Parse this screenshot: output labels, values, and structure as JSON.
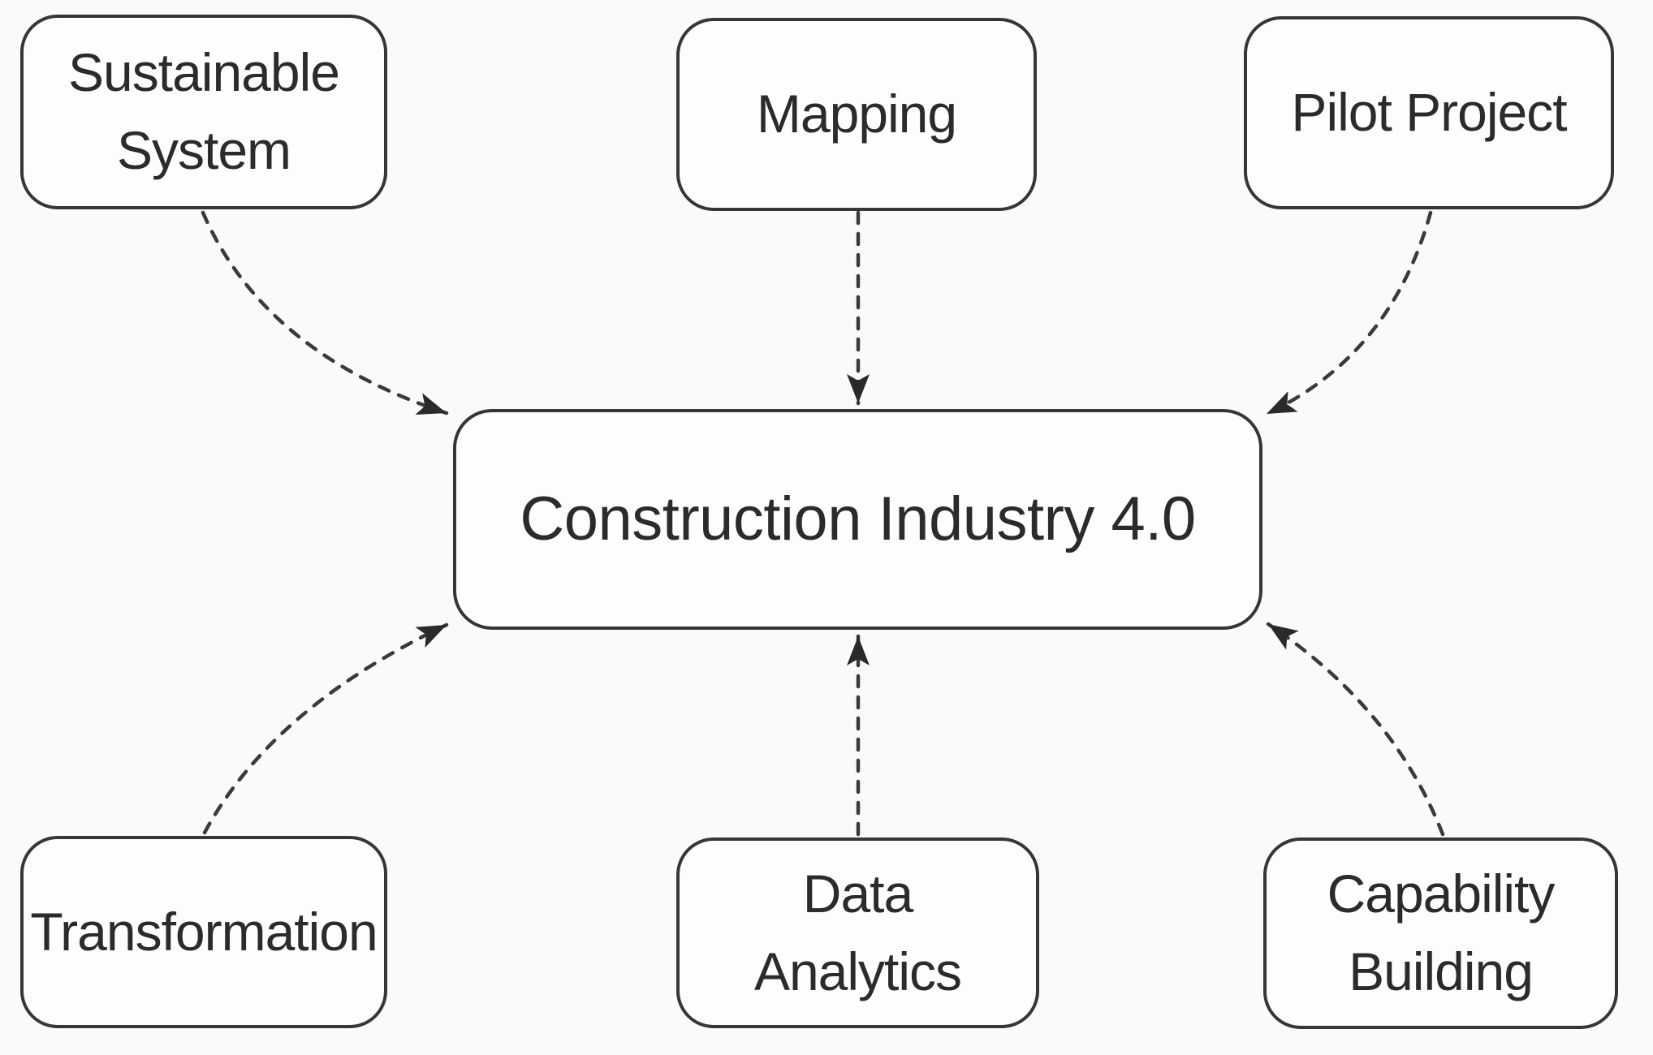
{
  "diagram": {
    "center": {
      "label": "Construction Industry 4.0"
    },
    "nodes": {
      "sustainable": {
        "label": "Sustainable\nSystem"
      },
      "mapping": {
        "label": "Mapping"
      },
      "pilot": {
        "label": "Pilot Project"
      },
      "transformation": {
        "label": "Transformation"
      },
      "data_analytics": {
        "label": "Data\nAnalytics"
      },
      "capability": {
        "label": "Capability\nBuilding"
      }
    },
    "connectors": [
      {
        "from": "Sustainable System",
        "to": "Construction Industry 4.0",
        "line": "dashed",
        "arrow": "filled-triangle"
      },
      {
        "from": "Mapping",
        "to": "Construction Industry 4.0",
        "line": "dashed",
        "arrow": "filled-triangle"
      },
      {
        "from": "Pilot Project",
        "to": "Construction Industry 4.0",
        "line": "dashed",
        "arrow": "filled-triangle"
      },
      {
        "from": "Transformation",
        "to": "Construction Industry 4.0",
        "line": "dashed",
        "arrow": "filled-triangle"
      },
      {
        "from": "Data Analytics",
        "to": "Construction Industry 4.0",
        "line": "dashed",
        "arrow": "filled-triangle"
      },
      {
        "from": "Capability Building",
        "to": "Construction Industry 4.0",
        "line": "dashed",
        "arrow": "filled-triangle"
      }
    ],
    "colors": {
      "background": "#fafafa",
      "node_fill": "#fdfdfd",
      "node_border": "#363636",
      "text": "#2b2b2b",
      "connector": "#3a3a3a",
      "arrowhead": "#2a2a2a"
    }
  }
}
